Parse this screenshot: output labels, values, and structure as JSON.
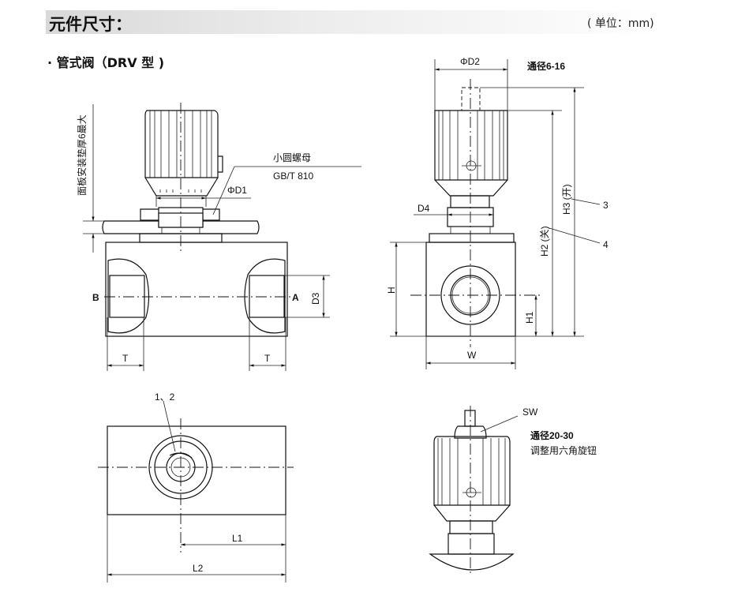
{
  "header": {
    "title": "元件尺寸：",
    "unit": "( 单位：mm)"
  },
  "section": {
    "title": "· 管式阀（DRV 型 )"
  },
  "front_view": {
    "panel_note": "面板安装垫厚6最大",
    "nut_name": "小圆螺母",
    "nut_standard": "GB/T 810",
    "d1": "ΦD1",
    "port_b": "B",
    "port_a": "A",
    "d3": "D3",
    "t_left": "T",
    "t_right": "T"
  },
  "side_view": {
    "d2": "ΦD2",
    "bore_note": "通径6-16",
    "d4": "D4",
    "h": "H",
    "h1": "H1",
    "h2": "H2 (关)",
    "h3": "H3 (开)",
    "callout_3": "3",
    "callout_4": "4",
    "w": "W"
  },
  "top_view": {
    "callout_12": "1、2",
    "l1": "L1",
    "l2": "L2"
  },
  "hex_view": {
    "sw": "SW",
    "bore_note": "通径20-30",
    "knob_note": "调整用六角旋钮"
  }
}
